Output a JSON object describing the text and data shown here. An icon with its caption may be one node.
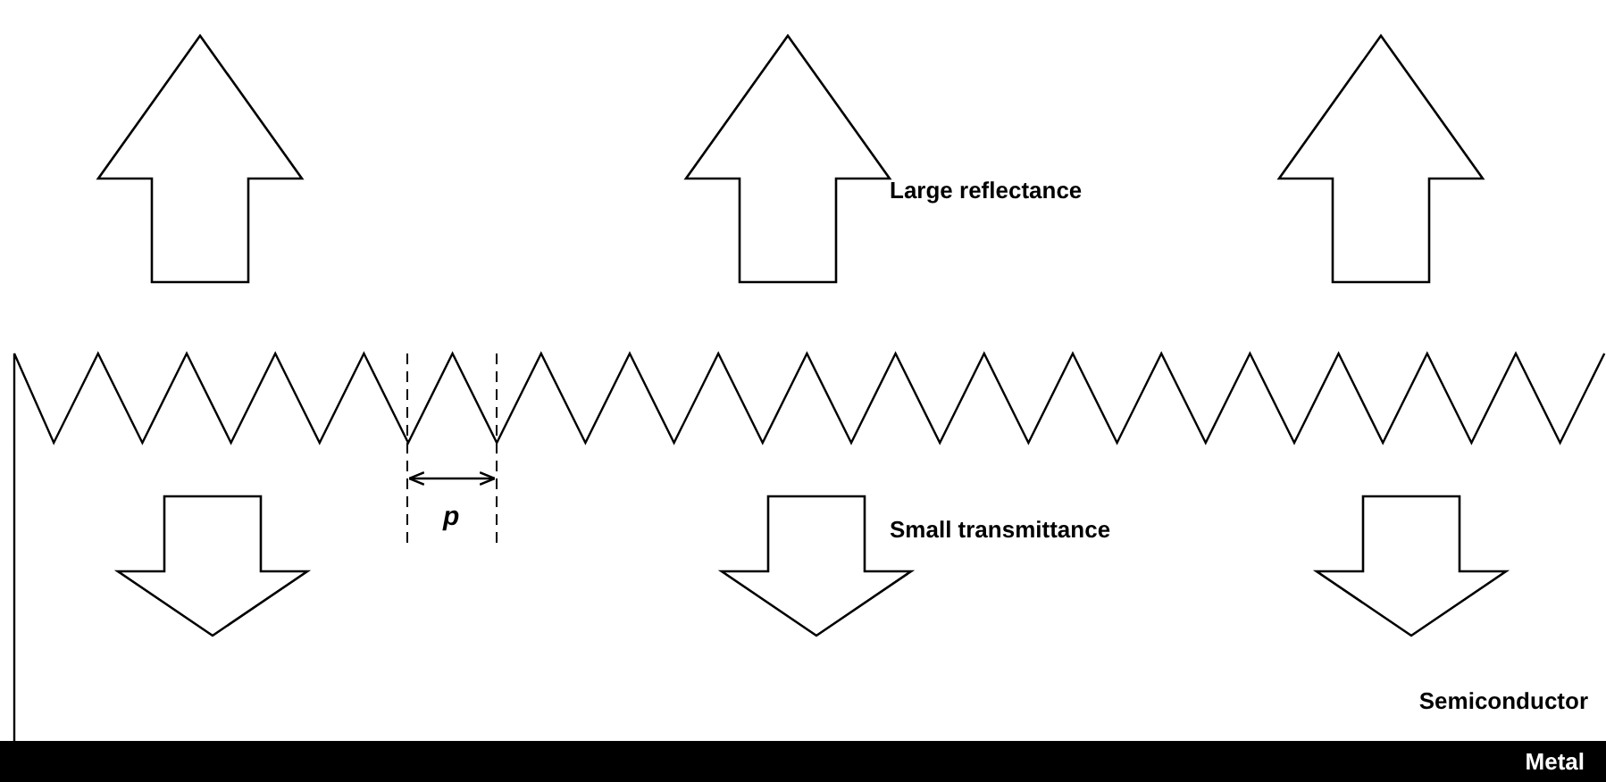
{
  "diagram": {
    "nodes": [
      {
        "text": [
          "Semiconductor"
        ]
      },
      {
        "text": [
          "Metal"
        ]
      }
    ],
    "labels": [
      "Large reflectance",
      "p",
      "Small transmittance"
    ]
  }
}
